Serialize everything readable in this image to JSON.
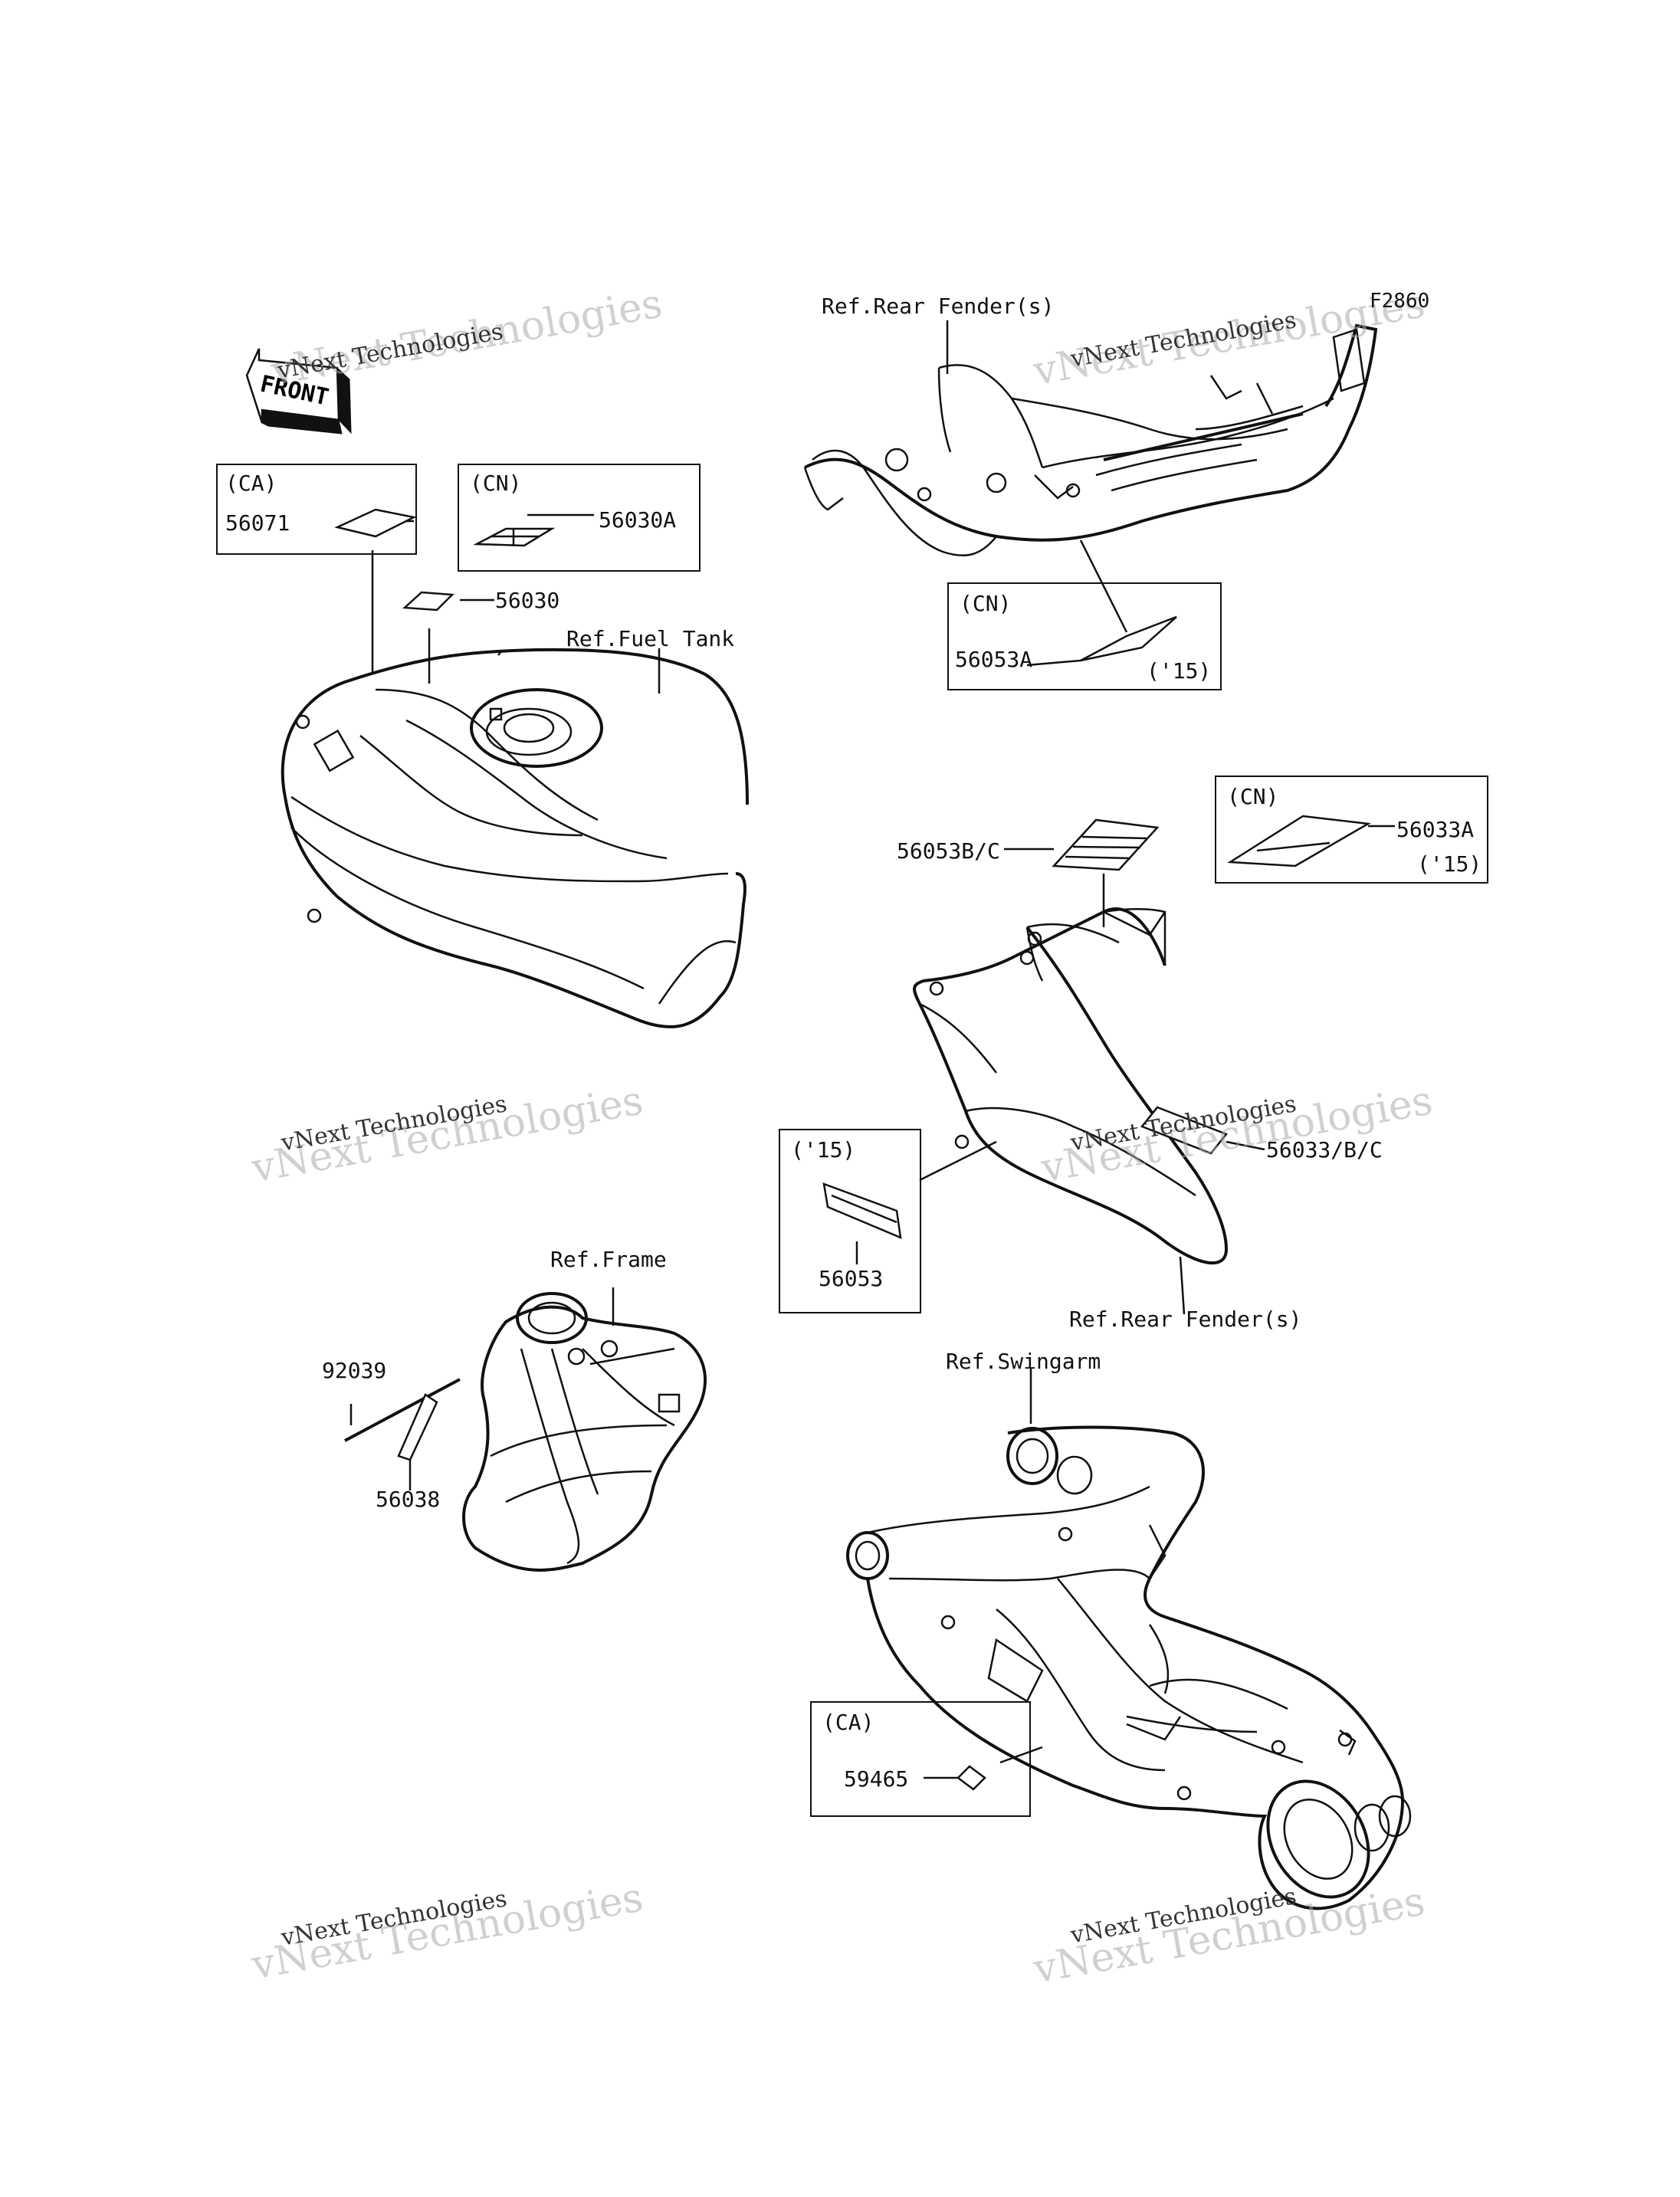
{
  "figure_code": "F2860",
  "front_arrow": "FRONT",
  "watermark": {
    "line1": "vNext Technologies",
    "line2": "vNext Technologies"
  },
  "boxes": {
    "ca_top": {
      "tag": "(CA)",
      "part": "56071"
    },
    "cn_top": {
      "tag": "(CN)",
      "part": "56030A"
    },
    "cn_fender": {
      "tag": "(CN)",
      "part": "56053A",
      "year": "('15)"
    },
    "cn_right": {
      "tag": "(CN)",
      "part": "56033A",
      "year": "('15)"
    },
    "y15_left": {
      "tag": "('15)",
      "part": "56053"
    },
    "ca_swing": {
      "tag": "(CA)",
      "part": "59465"
    }
  },
  "labels": {
    "p56030": "56030",
    "ref_fuel_tank": "Ref.Fuel Tank",
    "ref_rear_fender_top": "Ref.Rear Fender(s)",
    "p56053bc": "56053B/C",
    "p56033bc": "56033/B/C",
    "ref_rear_fender_bottom": "Ref.Rear Fender(s)",
    "ref_frame": "Ref.Frame",
    "p92039": "92039",
    "p56038": "56038",
    "ref_swingarm": "Ref.Swingarm"
  }
}
